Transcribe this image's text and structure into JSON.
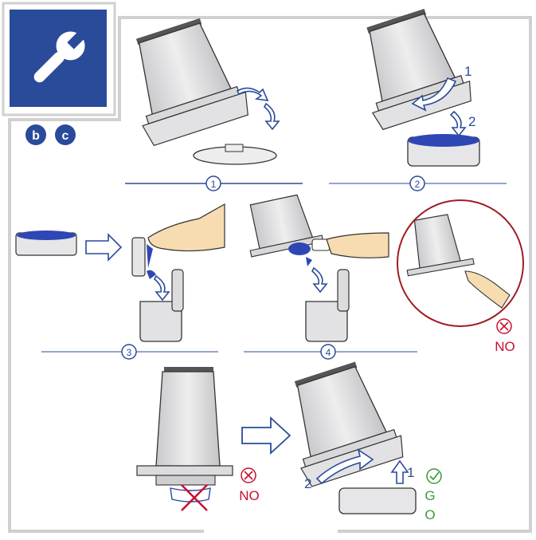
{
  "header": {
    "icon": "wrench-icon",
    "icon_bg": "#2a4a9a",
    "badges": [
      "b",
      "c"
    ]
  },
  "steps": [
    {
      "number": "1"
    },
    {
      "number": "2",
      "arrow_labels": [
        "1",
        "2"
      ]
    },
    {
      "number": "3"
    },
    {
      "number": "4"
    }
  ],
  "warnings": {
    "detail_no_label": "NO",
    "step5_no_label": "NO"
  },
  "step5": {
    "arrow_labels": [
      "2",
      "1"
    ],
    "go_letters": [
      "G",
      "O"
    ]
  },
  "colors": {
    "frame": "#d0d0d0",
    "line": "#2a4a9a",
    "no": "#c8102e",
    "go": "#3a9a3a",
    "body_fill": "#e4e4e6",
    "dust": "#2f47b4",
    "skin": "#f6dcb0"
  }
}
